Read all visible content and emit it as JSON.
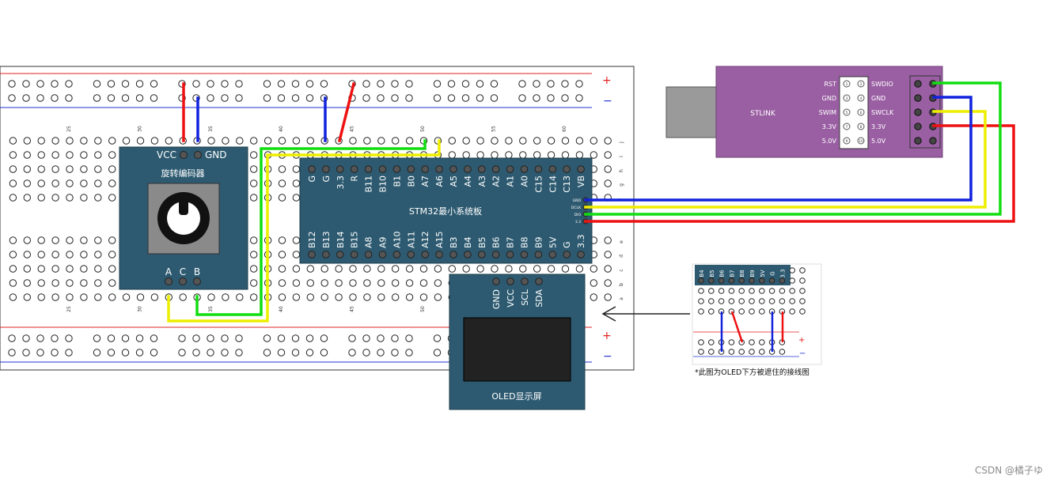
{
  "breadboard": {
    "top_col_numbers": [
      "25",
      "30",
      "35",
      "40",
      "45",
      "50",
      "55",
      "60"
    ],
    "bottom_col_numbers": [
      "25",
      "30",
      "35",
      "40",
      "45",
      "50"
    ],
    "row_letters_top": [
      "j",
      "i",
      "h",
      "g",
      "f"
    ],
    "row_letters_bottom": [
      "e",
      "d",
      "c",
      "b",
      "a"
    ],
    "rail_plus": "+",
    "rail_minus": "−"
  },
  "encoder": {
    "title": "旋转编码器",
    "pin_vcc": "VCC",
    "pin_gnd": "GND",
    "pin_a": "A",
    "pin_c": "C",
    "pin_b": "B"
  },
  "stm32": {
    "title": "STM32最小系统板",
    "top_pins": [
      "G",
      "G",
      "3.3",
      "R",
      "B11",
      "B10",
      "B1",
      "B0",
      "A7",
      "A6",
      "A5",
      "A4",
      "A3",
      "A2",
      "A1",
      "A0",
      "C15",
      "C14",
      "C13",
      "VB"
    ],
    "bottom_pins": [
      "B12",
      "B13",
      "B14",
      "B15",
      "A8",
      "A9",
      "A10",
      "A11",
      "A12",
      "A15",
      "B3",
      "B4",
      "B5",
      "B6",
      "B7",
      "B8",
      "B9",
      "5V",
      "G",
      "3.3"
    ],
    "swd_pins": [
      "GND",
      "DCLK",
      "DIO",
      "3.3"
    ]
  },
  "oled": {
    "title": "OLED显示屏",
    "pins": [
      "GND",
      "VCC",
      "SCL",
      "SDA"
    ]
  },
  "stlink": {
    "title": "STLINK",
    "left_labels": [
      "RST",
      "GND",
      "SWIM",
      "3.3V",
      "5.0V"
    ],
    "right_labels": [
      "SWDIO",
      "GND",
      "SWCLK",
      "3.3V",
      "5.0V"
    ],
    "pin_numbers_left": [
      "1",
      "3",
      "5",
      "7",
      "9"
    ],
    "pin_numbers_right": [
      "2",
      "4",
      "6",
      "8",
      "10"
    ]
  },
  "inset": {
    "pins": [
      "B4",
      "B5",
      "B6",
      "B7",
      "B8",
      "B9",
      "5V",
      "G",
      "3.3"
    ],
    "caption": "*此图为OLED下方被遮住的接线图"
  },
  "watermark": "CSDN @橘子ゆ",
  "colors": {
    "board_teal": "#2d5a70",
    "breadboard": "#ffffff",
    "wire_red": "#ee1111",
    "wire_blue": "#1122dd",
    "wire_green": "#11dd11",
    "wire_yellow": "#eeee00",
    "stlink_purple": "#9a5fa3",
    "usb_gray": "#9a9a9a"
  }
}
